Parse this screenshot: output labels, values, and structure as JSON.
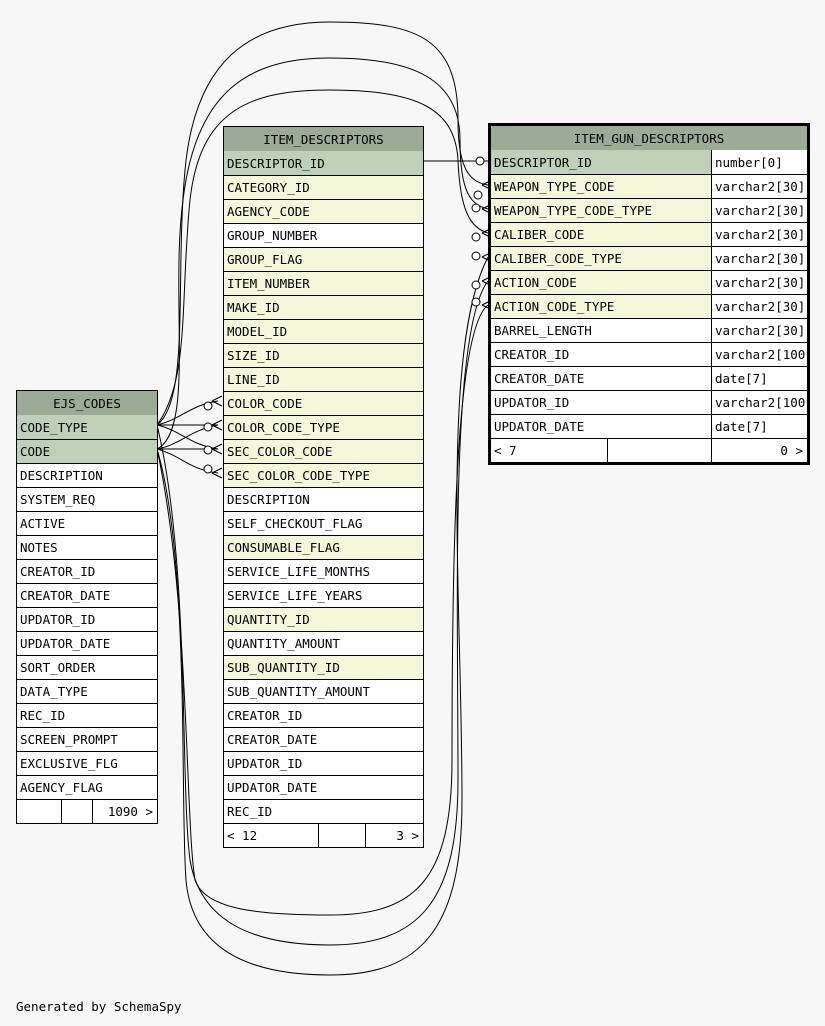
{
  "tables": {
    "ejs_codes": {
      "name": "EJS_CODES",
      "columns": [
        {
          "name": "CODE_TYPE",
          "kind": "pk"
        },
        {
          "name": "CODE",
          "kind": "pk"
        },
        {
          "name": "DESCRIPTION",
          "kind": "plain"
        },
        {
          "name": "SYSTEM_REQ",
          "kind": "plain"
        },
        {
          "name": "ACTIVE",
          "kind": "plain"
        },
        {
          "name": "NOTES",
          "kind": "plain"
        },
        {
          "name": "CREATOR_ID",
          "kind": "plain"
        },
        {
          "name": "CREATOR_DATE",
          "kind": "plain"
        },
        {
          "name": "UPDATOR_ID",
          "kind": "plain"
        },
        {
          "name": "UPDATOR_DATE",
          "kind": "plain"
        },
        {
          "name": "SORT_ORDER",
          "kind": "plain"
        },
        {
          "name": "DATA_TYPE",
          "kind": "plain"
        },
        {
          "name": "REC_ID",
          "kind": "plain"
        },
        {
          "name": "SCREEN_PROMPT",
          "kind": "plain"
        },
        {
          "name": "EXCLUSIVE_FLG",
          "kind": "plain"
        },
        {
          "name": "AGENCY_FLAG",
          "kind": "plain"
        }
      ],
      "footer": {
        "left": "",
        "mid": "",
        "right": "1090 >"
      }
    },
    "item_descriptors": {
      "name": "ITEM_DESCRIPTORS",
      "columns": [
        {
          "name": "DESCRIPTOR_ID",
          "kind": "pk"
        },
        {
          "name": "CATEGORY_ID",
          "kind": "fk"
        },
        {
          "name": "AGENCY_CODE",
          "kind": "fk"
        },
        {
          "name": "GROUP_NUMBER",
          "kind": "plain"
        },
        {
          "name": "GROUP_FLAG",
          "kind": "fk"
        },
        {
          "name": "ITEM_NUMBER",
          "kind": "fk"
        },
        {
          "name": "MAKE_ID",
          "kind": "fk"
        },
        {
          "name": "MODEL_ID",
          "kind": "fk"
        },
        {
          "name": "SIZE_ID",
          "kind": "fk"
        },
        {
          "name": "LINE_ID",
          "kind": "fk"
        },
        {
          "name": "COLOR_CODE",
          "kind": "fk"
        },
        {
          "name": "COLOR_CODE_TYPE",
          "kind": "fk"
        },
        {
          "name": "SEC_COLOR_CODE",
          "kind": "fk"
        },
        {
          "name": "SEC_COLOR_CODE_TYPE",
          "kind": "fk"
        },
        {
          "name": "DESCRIPTION",
          "kind": "plain"
        },
        {
          "name": "SELF_CHECKOUT_FLAG",
          "kind": "plain"
        },
        {
          "name": "CONSUMABLE_FLAG",
          "kind": "fk"
        },
        {
          "name": "SERVICE_LIFE_MONTHS",
          "kind": "plain"
        },
        {
          "name": "SERVICE_LIFE_YEARS",
          "kind": "plain"
        },
        {
          "name": "QUANTITY_ID",
          "kind": "fk"
        },
        {
          "name": "QUANTITY_AMOUNT",
          "kind": "plain"
        },
        {
          "name": "SUB_QUANTITY_ID",
          "kind": "fk"
        },
        {
          "name": "SUB_QUANTITY_AMOUNT",
          "kind": "plain"
        },
        {
          "name": "CREATOR_ID",
          "kind": "plain"
        },
        {
          "name": "CREATOR_DATE",
          "kind": "plain"
        },
        {
          "name": "UPDATOR_ID",
          "kind": "plain"
        },
        {
          "name": "UPDATOR_DATE",
          "kind": "plain"
        },
        {
          "name": "REC_ID",
          "kind": "plain"
        }
      ],
      "footer": {
        "left": "< 12",
        "mid": "",
        "right": "3 >"
      }
    },
    "item_gun_descriptors": {
      "name": "ITEM_GUN_DESCRIPTORS",
      "columns": [
        {
          "name": "DESCRIPTOR_ID",
          "type": "number[0]",
          "kind": "pk"
        },
        {
          "name": "WEAPON_TYPE_CODE",
          "type": "varchar2[30]",
          "kind": "fk"
        },
        {
          "name": "WEAPON_TYPE_CODE_TYPE",
          "type": "varchar2[30]",
          "kind": "fk"
        },
        {
          "name": "CALIBER_CODE",
          "type": "varchar2[30]",
          "kind": "fk"
        },
        {
          "name": "CALIBER_CODE_TYPE",
          "type": "varchar2[30]",
          "kind": "fk"
        },
        {
          "name": "ACTION_CODE",
          "type": "varchar2[30]",
          "kind": "fk"
        },
        {
          "name": "ACTION_CODE_TYPE",
          "type": "varchar2[30]",
          "kind": "fk"
        },
        {
          "name": "BARREL_LENGTH",
          "type": "varchar2[30]",
          "kind": "plain"
        },
        {
          "name": "CREATOR_ID",
          "type": "varchar2[100]",
          "kind": "plain"
        },
        {
          "name": "CREATOR_DATE",
          "type": "date[7]",
          "kind": "plain"
        },
        {
          "name": "UPDATOR_ID",
          "type": "varchar2[100]",
          "kind": "plain"
        },
        {
          "name": "UPDATOR_DATE",
          "type": "date[7]",
          "kind": "plain"
        }
      ],
      "footer": {
        "left": "< 7",
        "mid": "",
        "right": "0 >"
      }
    }
  },
  "colors": {
    "title": "#9bab96",
    "primary_key": "#bed1b8",
    "foreign_key": "#f4f7da",
    "plain": "#ffffff",
    "background": "#f7f7f7"
  },
  "footer_text": "Generated by SchemaSpy"
}
